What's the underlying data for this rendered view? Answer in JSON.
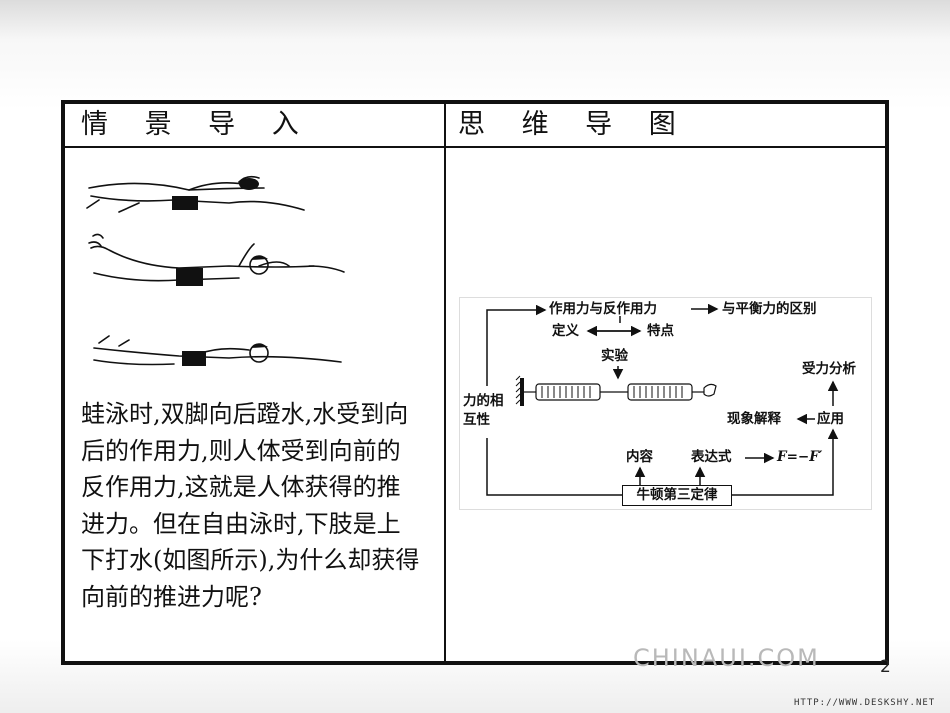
{
  "table": {
    "headers": [
      "情 景 导 入",
      "思 维 导 图"
    ]
  },
  "story": {
    "text": "蛙泳时,双脚向后蹬水,水受到向后的作用力,则人体受到向前的反作用力,这就是人体获得的推进力。但在自由泳时,下肢是上下打水(如图所示),为什么却获得向前的推进力呢?"
  },
  "mindmap": {
    "top_node": "作用力与反作用力",
    "right_node": "与平衡力的区别",
    "definition": "定义",
    "feature": "特点",
    "experiment": "实验",
    "mutual_line1": "力的相",
    "mutual_line2": "互性",
    "force_analysis": "受力分析",
    "phenomenon": "现象解释",
    "application": "应用",
    "content": "内容",
    "expression": "表达式",
    "formula": "F=−F′",
    "core": "牛顿第三定律"
  },
  "watermark": "CHINAUI.COM",
  "page_number": "2",
  "url": "HTTP://WWW.DESKSHY.NET",
  "icons": [
    "swimmer-illustration",
    "spring-scale-icon",
    "wall-mount-icon",
    "hand-icon",
    "canister-decoration"
  ]
}
